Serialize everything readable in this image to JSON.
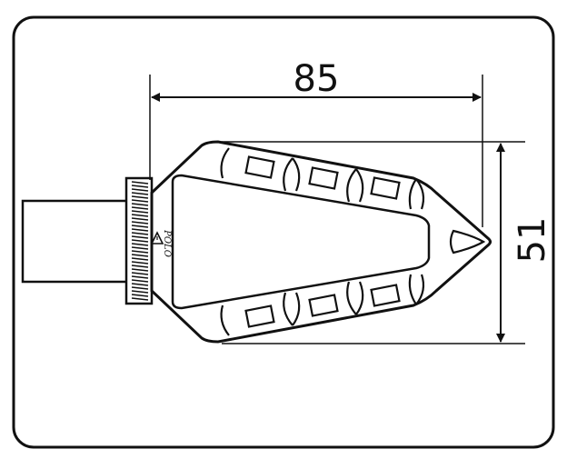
{
  "colors": {
    "background": "#ffffff",
    "line": "#111111"
  },
  "dimensions": {
    "width_value": "85",
    "height_value": "51"
  },
  "logo": {
    "text": "POLO"
  },
  "icons": {
    "warning": "warning-triangle-icon"
  }
}
